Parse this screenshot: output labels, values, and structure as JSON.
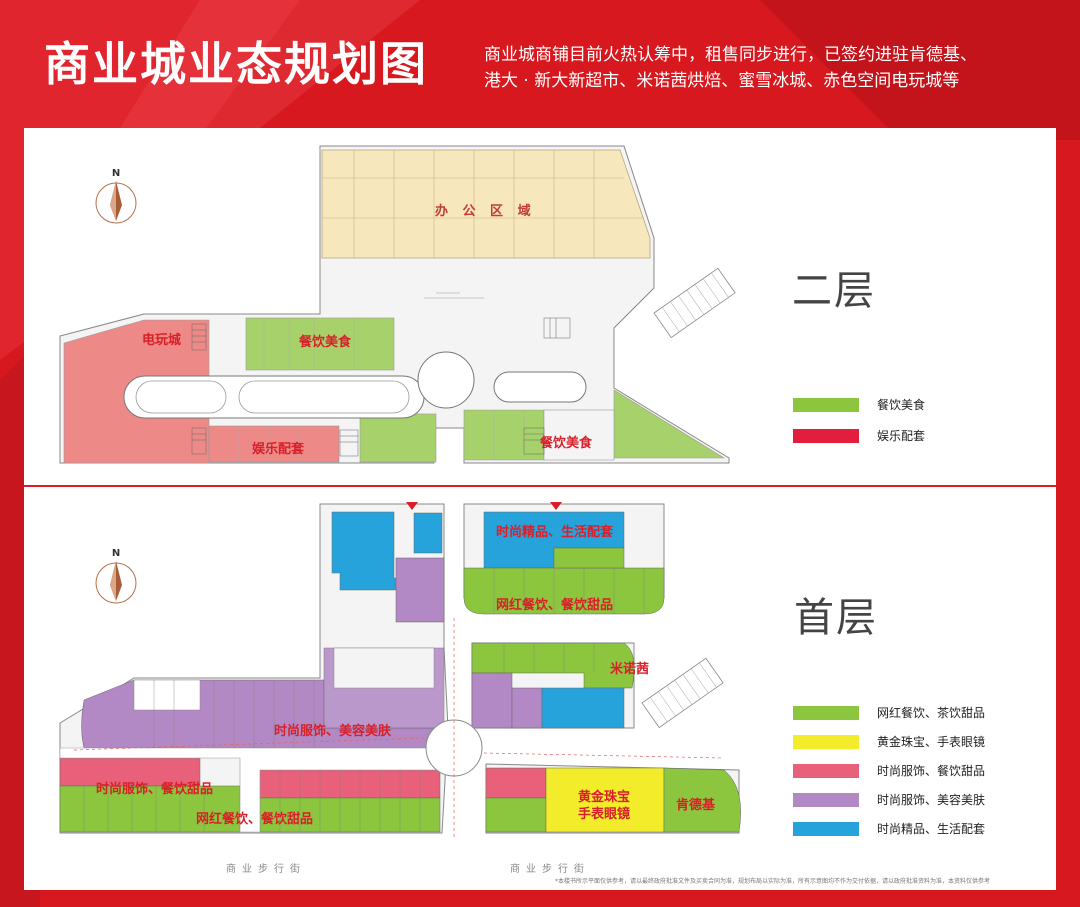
{
  "header": {
    "title": "商业城业态规划图",
    "intro_line1": "商业城商铺目前火热认筹中，租售同步进行，已签约进驻肯德基、",
    "intro_line2": "港大 · 新大新超市、米诺茜烘焙、蜜雪冰城、赤色空间电玩城等"
  },
  "second_floor": {
    "label": "二层",
    "compass": "N",
    "zones": {
      "office": "办 公 区 域",
      "arcade": "电玩城",
      "dining_top": "餐饮美食",
      "entertainment": "娱乐配套",
      "dining_right": "餐饮美食"
    },
    "legend": [
      {
        "label": "餐饮美食",
        "color": "#8cc63f"
      },
      {
        "label": "娱乐配套",
        "color": "#e31e3c"
      }
    ]
  },
  "first_floor": {
    "label": "首层",
    "compass": "N",
    "zones": {
      "boutique_top": "时尚精品、生活配套",
      "wanghong_top": "网红餐饮、餐饮甜品",
      "minuoqian": "米诺茜",
      "fashion_beauty": "时尚服饰、美容美肤",
      "fashion_dessert": "时尚服饰、餐饮甜品",
      "wanghong_bottom": "网红餐饮、餐饮甜品",
      "jewelry_1": "黄金珠宝",
      "jewelry_2": "手表眼镜",
      "kfc": "肯德基"
    },
    "street_left": "商业步行街",
    "street_right": "商业步行街",
    "legend": [
      {
        "label": "网红餐饮、茶饮甜品",
        "color": "#8cc63f"
      },
      {
        "label": "黄金珠宝、手表眼镜",
        "color": "#f2ec2b"
      },
      {
        "label": "时尚服饰、餐饮甜品",
        "color": "#e8607a"
      },
      {
        "label": "时尚服饰、美容美肤",
        "color": "#b289c4"
      },
      {
        "label": "时尚精品、生活配套",
        "color": "#27a3dc"
      }
    ]
  },
  "disclaimer": "*本楼书所示平面仅供参考，请以最终政府批准文件及买卖合同为准，规划布局以实际为准，所有示意图均不作为交付依据，请以政府批准资料为准，本资料仅供参考"
}
